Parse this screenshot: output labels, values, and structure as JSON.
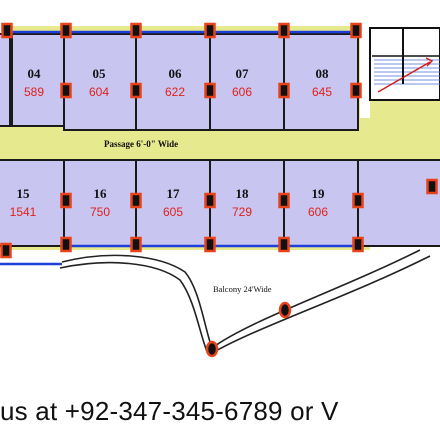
{
  "colors": {
    "shop_fill": "#c8c6f0",
    "passage_fill": "#e6e98e",
    "column": "#e8421a",
    "window_line": "#1e3fd8",
    "area_text": "#e0201a"
  },
  "shops_top": [
    {
      "number": "04",
      "area": "589"
    },
    {
      "number": "05",
      "area": "604"
    },
    {
      "number": "06",
      "area": "622"
    },
    {
      "number": "07",
      "area": "606"
    },
    {
      "number": "08",
      "area": "645"
    }
  ],
  "shops_bottom": [
    {
      "number": "15",
      "area": "1541"
    },
    {
      "number": "16",
      "area": "750"
    },
    {
      "number": "17",
      "area": "605"
    },
    {
      "number": "18",
      "area": "729"
    },
    {
      "number": "19",
      "area": "606"
    }
  ],
  "passage_label": "Passage 6'-0\" Wide",
  "balcony_label": "Balcony 24'Wide",
  "footer_text": "us at +92-347-345-6789 or V"
}
